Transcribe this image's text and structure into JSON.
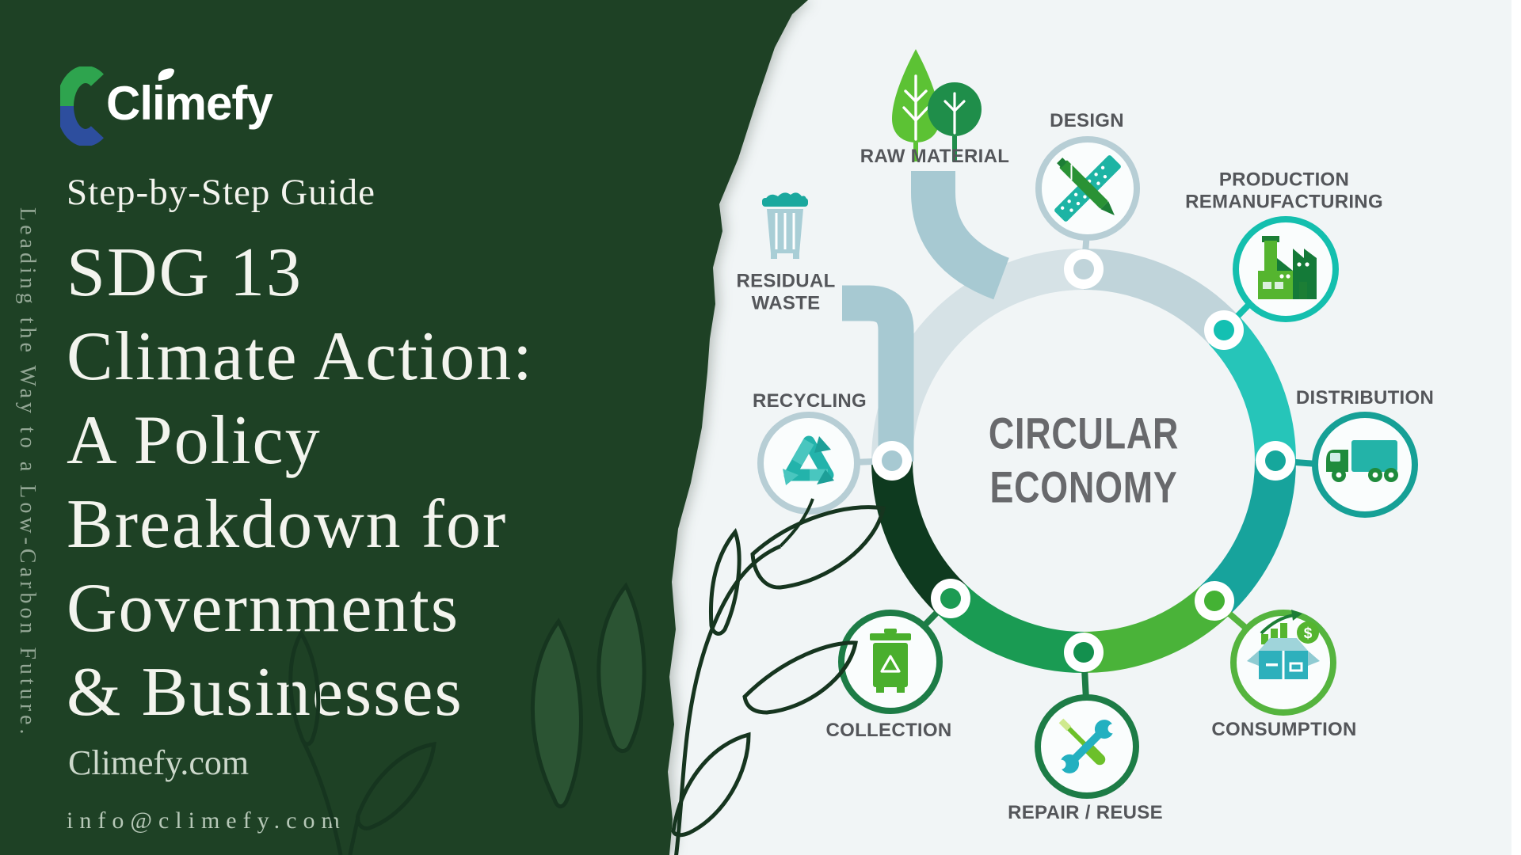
{
  "brand": {
    "logo_text": "Climefy",
    "logo_mark": "C"
  },
  "left_panel": {
    "vertical_tagline": "Leading the Way to a Low-Carbon Future.",
    "eyebrow": "Step-by-Step Guide",
    "headline": "SDG 13\nClimate Action:\nA Policy\nBreakdown for\nGovernments\n& Businesses",
    "website": "Climefy.com",
    "email": "info@climefy.com"
  },
  "diagram": {
    "center_title": "CIRCULAR\nECONOMY",
    "stages": [
      {
        "label": "RAW MATERIAL"
      },
      {
        "label": "DESIGN"
      },
      {
        "label": "PRODUCTION\nREMANUFACTURING"
      },
      {
        "label": "DISTRIBUTION"
      },
      {
        "label": "CONSUMPTION"
      },
      {
        "label": "REPAIR / REUSE"
      },
      {
        "label": "COLLECTION"
      },
      {
        "label": "RECYCLING"
      },
      {
        "label": "RESIDUAL\nWASTE"
      }
    ]
  },
  "colors": {
    "panel_green": "#1e4125",
    "light_bg": "#f1f5f6",
    "edge_white": "#ffffff",
    "ring_pale": "#d6e2e6",
    "ring_pale_dark": "#c0d4da",
    "ring_teal_bright": "#26c5b9",
    "ring_teal_dark": "#17a39c",
    "ring_green_bright": "#4ab339",
    "ring_green_mid": "#1a9b53",
    "ring_green_deep": "#0e3a1f",
    "branch_blue": "#a7c9d2",
    "node_design": "#c0d4da",
    "node_production": "#14c0b2",
    "node_distribution": "#16a79c",
    "node_consumption": "#44b234",
    "node_repair": "#13904e",
    "node_collection": "#1d9b53",
    "node_recycling": "#a7c9d2",
    "circle_pale": "#b7ced5",
    "circle_teal": "#14bfae",
    "circle_teal_dark": "#16a096",
    "circle_green": "#55b43e",
    "circle_forest": "#1d7c46",
    "label_gray": "#54565a",
    "center_gray": "#68696c",
    "logo_green": "#2ea44e",
    "logo_blue": "#2d4e9e",
    "headline_white": "#f3f4ee",
    "tagline_sage": "#93a795",
    "leaf_line": "#16351f",
    "leaf_fill": "#2b5433"
  }
}
